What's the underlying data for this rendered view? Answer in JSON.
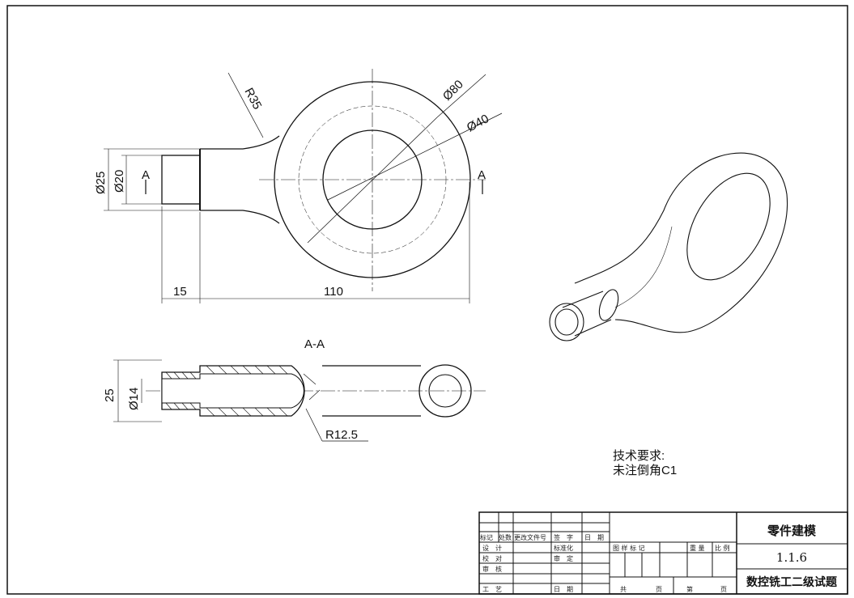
{
  "drawing": {
    "dimensions": {
      "d80": "Ø80",
      "d40": "Ø40",
      "r35": "R35",
      "d25": "Ø25",
      "d20": "Ø20",
      "section_mark": "A",
      "len15": "15",
      "len110": "110",
      "section_title": "A-A",
      "thick25": "25",
      "d14": "Ø14",
      "r12_5": "R12.5"
    },
    "tech_requirements": {
      "title": "技术要求:",
      "line1": "未注倒角C1"
    }
  },
  "title_block": {
    "headers": [
      "标记",
      "处数",
      "更改文件号",
      "签　字",
      "日　期"
    ],
    "rows_left": [
      "设　计",
      "校　对",
      "审　核",
      "工　艺"
    ],
    "rows_mid": [
      "标准化",
      "审　定",
      "",
      "日　期"
    ],
    "mid_header": [
      "图 样 标 记",
      "重 量",
      "比 例"
    ],
    "sheet": [
      "共",
      "页",
      "第",
      "页"
    ],
    "part_name": "零件建模",
    "number": "1.1.6",
    "exam_title": "数控铣工二级试题"
  }
}
